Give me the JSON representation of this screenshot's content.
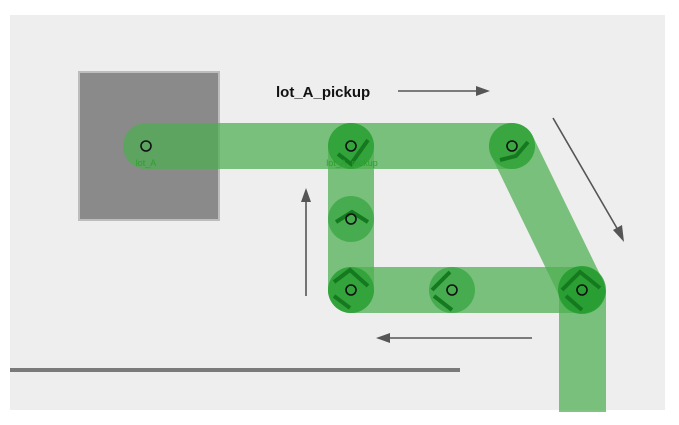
{
  "map": {
    "title": "lot_A_pickup",
    "labels": {
      "start_label": "lot_A",
      "pickup_label": "lot_A_pickup"
    },
    "colors": {
      "floor": "#eeeeee",
      "background": "#ffffff",
      "lot_box": "#8a8a8a",
      "lot_box_border": "#bbbbbb",
      "path": "#4caf50",
      "node": "#1f9a2a",
      "node_marker": "#111111",
      "arrow": "#555555",
      "wall": "#777777",
      "label": "#2e9e2e"
    },
    "icons": {
      "direction_arrow": "arrow-icon",
      "waypoint": "waypoint-icon"
    }
  }
}
